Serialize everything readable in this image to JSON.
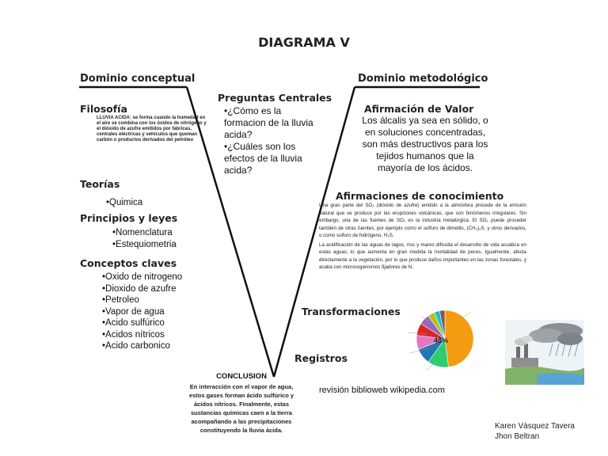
{
  "title": "DIAGRAMA V",
  "left": {
    "header": "Dominio conceptual",
    "filosofia": {
      "heading": "Filosofía",
      "text": "LLUVIA ACIDA: se forma cuando la humedad en el aire se combina con los óxidos de nitrógeno y el dióxido de azufre emitidos por fábricas, centrales eléctricas y vehículos que queman carbón o productos derivados del petróleo"
    },
    "teorias": {
      "heading": "Teorías",
      "items": [
        "•Quimica"
      ]
    },
    "principios": {
      "heading": "Principios y leyes",
      "items": [
        "•Nomenclatura",
        "•Estequiometria"
      ]
    },
    "conceptos": {
      "heading": "Conceptos claves",
      "items": [
        "•Oxido de nitrogeno",
        "•Dioxido de azufre",
        "•Petroleo",
        "•Vapor de agua",
        "•Acido sulfúrico",
        "•Acidos nítricos",
        "•Acido carbonico"
      ]
    }
  },
  "center": {
    "heading": "Preguntas Centrales",
    "questions": [
      "•¿Cómo es la formacion de la lluvia acida?",
      "•¿Cuáles son los efectos de la lluvia acida?"
    ]
  },
  "right": {
    "header": "Dominio metodológico",
    "afirmacion_valor": {
      "heading": "Afirmación de Valor",
      "text": "Los álcalis ya sea en sólido, o en soluciones concentradas, son más destructivos para los tejidos humanos que la mayoría de los ácidos."
    },
    "afirmaciones_conocimiento": {
      "heading": "Afirmaciones de conocimiento",
      "p1": "Una gran parte del SO₂ (dióxido de azufre) emitido a la atmósfera procede de la emisión natural que se produce por las erupciones volcánicas, que son fenómenos irregulares. Sin embargo, una de las fuentes de SO₂ es la industria metalúrgica. El SO₂ puede proceder también de otras fuentes, por ejemplo como el sulfuro de dimetilo, (CH₃)₂S, y otros derivados, o como sulfuro de hidrógeno, H₂S.",
      "p2": "La acidificación de las aguas de lagos, ríos y mares dificulta el desarrollo de vida acuática en estas aguas, lo que aumenta en gran medida la mortalidad de peces. Igualmente, afecta directamente a la vegetación, por lo que produce daños importantes en las zonas forestales, y acaba con microorganismos fijadores de N."
    },
    "transformaciones": "Transformaciones",
    "registros": "Registros",
    "registros_text": "revisión biblioweb wikipedia.com"
  },
  "conclusion": {
    "heading": "CONCLUSION",
    "text": "En interacción con el vapor de agua, estos gases forman ácido sulfúrico y ácidos nítricos. Finalmente, estas sustancias químicas caen a la tierra acompañando a las precipitaciones constituyendo la lluvia ácida."
  },
  "pie": {
    "center_label": "48%",
    "colors": [
      "#f39c12",
      "#2ecc71",
      "#1f77b4",
      "#e377c2",
      "#d62728",
      "#9467bd",
      "#bcbd22",
      "#17becf",
      "#8c564b"
    ]
  },
  "authors": [
    "Karen Vásquez Tavera",
    "Jhon Beltran"
  ],
  "colors": {
    "line": "#111111",
    "text": "#222222"
  }
}
